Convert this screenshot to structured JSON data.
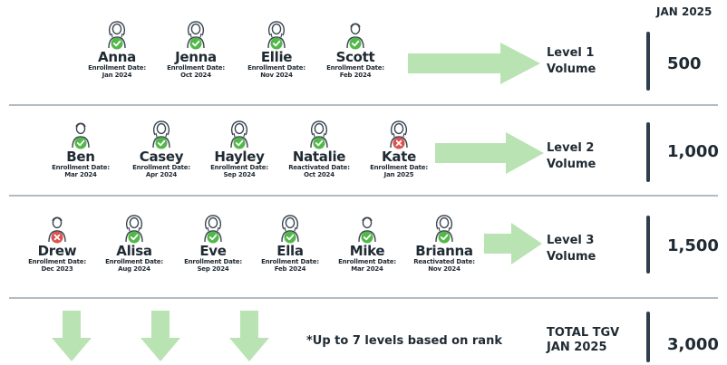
{
  "header": {
    "period": "JAN 2025"
  },
  "colors": {
    "arrow": "#b9e3b2",
    "check": "#52b848",
    "cross": "#d9534f",
    "divider": "#b0bcc6",
    "bar": "#2f3e4c"
  },
  "rows": [
    {
      "level_line1": "Level 1",
      "level_line2": "Volume",
      "volume": "500",
      "people": [
        {
          "name": "Anna",
          "date_label": "Enrollment Date:",
          "date": "Jan 2024",
          "gender": "female",
          "status": "active"
        },
        {
          "name": "Jenna",
          "date_label": "Enrollment Date:",
          "date": "Oct 2024",
          "gender": "female",
          "status": "active"
        },
        {
          "name": "Ellie",
          "date_label": "Enrollment Date:",
          "date": "Nov 2024",
          "gender": "female",
          "status": "active"
        },
        {
          "name": "Scott",
          "date_label": "Enrollment Date:",
          "date": "Feb 2024",
          "gender": "male",
          "status": "active"
        }
      ]
    },
    {
      "level_line1": "Level 2",
      "level_line2": "Volume",
      "volume": "1,000",
      "people": [
        {
          "name": "Ben",
          "date_label": "Enrollment Date:",
          "date": "Mar 2024",
          "gender": "male",
          "status": "active"
        },
        {
          "name": "Casey",
          "date_label": "Enrollment Date:",
          "date": "Apr 2024",
          "gender": "female",
          "status": "active"
        },
        {
          "name": "Hayley",
          "date_label": "Enrollment Date:",
          "date": "Sep 2024",
          "gender": "female",
          "status": "active"
        },
        {
          "name": "Natalie",
          "date_label": "Reactivated Date:",
          "date": "Oct 2024",
          "gender": "female",
          "status": "active"
        },
        {
          "name": "Kate",
          "date_label": "Enrollment Date:",
          "date": "Jan 2025",
          "gender": "female",
          "status": "inactive"
        }
      ]
    },
    {
      "level_line1": "Level 3",
      "level_line2": "Volume",
      "volume": "1,500",
      "people": [
        {
          "name": "Drew",
          "date_label": "Enrollment Date:",
          "date": "Dec 2023",
          "gender": "male",
          "status": "inactive"
        },
        {
          "name": "Alisa",
          "date_label": "Enrollment Date:",
          "date": "Aug 2024",
          "gender": "female",
          "status": "active"
        },
        {
          "name": "Eve",
          "date_label": "Enrollment Date:",
          "date": "Sep 2024",
          "gender": "female",
          "status": "active"
        },
        {
          "name": "Ella",
          "date_label": "Enrollment Date:",
          "date": "Feb 2024",
          "gender": "female",
          "status": "active"
        },
        {
          "name": "Mike",
          "date_label": "Enrollment Date:",
          "date": "Mar 2024",
          "gender": "male",
          "status": "active"
        },
        {
          "name": "Brianna",
          "date_label": "Reactivated Date:",
          "date": "Nov 2024",
          "gender": "female",
          "status": "active"
        }
      ]
    }
  ],
  "footer": {
    "note": "*Up to 7 levels based on rank",
    "total_line1": "TOTAL TGV",
    "total_line2": "JAN 2025",
    "total_volume": "3,000"
  }
}
